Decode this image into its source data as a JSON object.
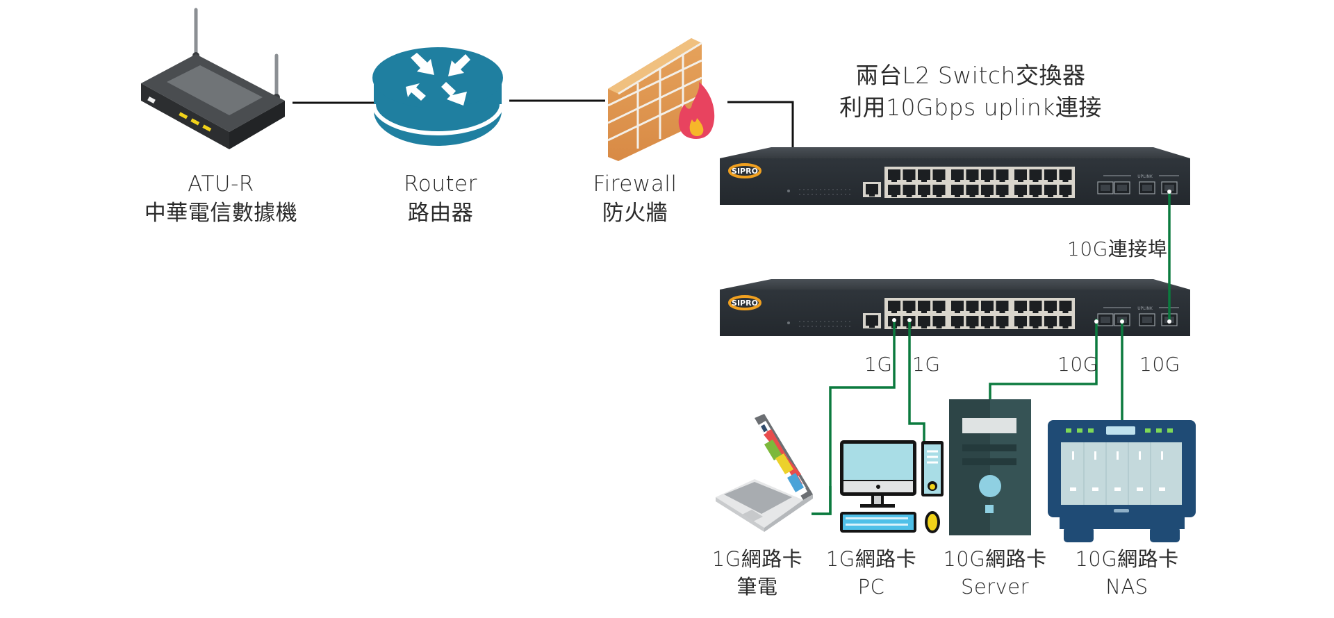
{
  "diagram": {
    "title": {
      "line1": "兩台L2 Switch交換器",
      "line2": "利用10Gbps uplink連接"
    },
    "top_devices": [
      {
        "id": "atu-r",
        "icon": "modem-icon",
        "name": "ATU-R",
        "subtitle": "中華電信數據機"
      },
      {
        "id": "router",
        "icon": "router-icon",
        "name": "Router",
        "subtitle": "路由器"
      },
      {
        "id": "firewall",
        "icon": "firewall-icon",
        "name": "Firewall",
        "subtitle": "防火牆"
      }
    ],
    "switches": [
      {
        "id": "switch-top",
        "icon": "switch-icon",
        "brand": "SIPRO",
        "uplink_label": "UPLINK"
      },
      {
        "id": "switch-bottom",
        "icon": "switch-icon",
        "brand": "SIPRO",
        "uplink_label": "UPLINK"
      }
    ],
    "uplink_connection_label": "10G連接埠",
    "links": [
      {
        "from": "atu-r",
        "to": "router",
        "color": "#111111"
      },
      {
        "from": "router",
        "to": "firewall",
        "color": "#111111"
      },
      {
        "from": "firewall",
        "to": "switch-top",
        "color": "#111111"
      },
      {
        "from": "switch-top",
        "to": "switch-bottom",
        "speed": "10G",
        "color": "#0b7a3e"
      },
      {
        "from": "switch-bottom",
        "to": "laptop",
        "speed": "1G",
        "color": "#0b7a3e"
      },
      {
        "from": "switch-bottom",
        "to": "pc",
        "speed": "1G",
        "color": "#0b7a3e"
      },
      {
        "from": "switch-bottom",
        "to": "server",
        "speed": "10G",
        "color": "#0b7a3e"
      },
      {
        "from": "switch-bottom",
        "to": "nas",
        "speed": "10G",
        "color": "#0b7a3e"
      }
    ],
    "speed_labels": [
      "1G",
      "1G",
      "10G",
      "10G"
    ],
    "endpoints": [
      {
        "id": "laptop",
        "icon": "laptop-icon",
        "nic": "1G網路卡",
        "name": "筆電"
      },
      {
        "id": "pc",
        "icon": "desktop-pc-icon",
        "nic": "1G網路卡",
        "name": "PC"
      },
      {
        "id": "server",
        "icon": "server-icon",
        "nic": "10G網路卡",
        "name": "Server"
      },
      {
        "id": "nas",
        "icon": "nas-icon",
        "nic": "10G網路卡",
        "name": "NAS"
      }
    ],
    "colors": {
      "link_black": "#111111",
      "link_green": "#0b7a3e",
      "router_blue": "#1f7fa0",
      "switch_body": "#2e3338",
      "brand_orange": "#f0a020"
    }
  }
}
